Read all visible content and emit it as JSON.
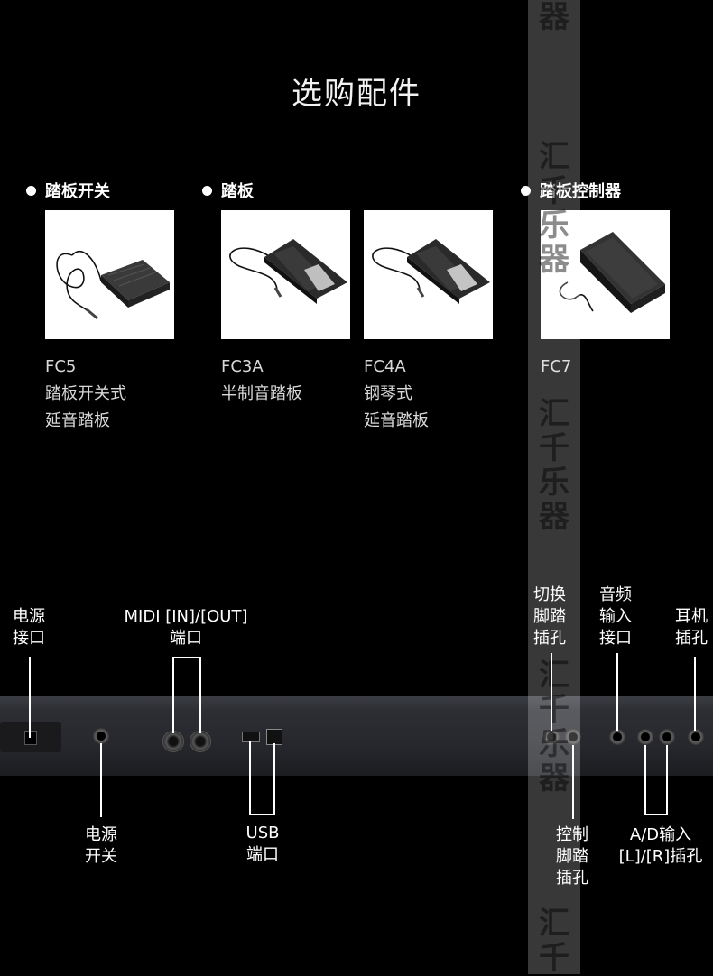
{
  "title": "选购配件",
  "categories": [
    {
      "label": "踏板开关"
    },
    {
      "label": "踏板"
    },
    {
      "label": "踏板控制器"
    }
  ],
  "products": [
    {
      "model": "FC5",
      "desc1": "踏板开关式",
      "desc2": "延音踏板"
    },
    {
      "model": "FC3A",
      "desc1": "半制音踏板",
      "desc2": ""
    },
    {
      "model": "FC4A",
      "desc1": "钢琴式",
      "desc2": "延音踏板"
    },
    {
      "model": "FC7",
      "desc1": "",
      "desc2": ""
    }
  ],
  "watermark": {
    "chars": [
      "汇",
      "千",
      "乐",
      "器"
    ]
  },
  "connectors": {
    "power_port": {
      "line1": "电源",
      "line2": "接口"
    },
    "midi": {
      "line1": "MIDI [IN]/[OUT]",
      "line2": "端口"
    },
    "switch_pedal": {
      "line1": "切换",
      "line2": "脚踏",
      "line3": "插孔"
    },
    "audio_in": {
      "line1": "音频",
      "line2": "输入",
      "line3": "接口"
    },
    "headphone": {
      "line1": "耳机",
      "line2": "插孔"
    },
    "power_switch": {
      "line1": "电源",
      "line2": "开关"
    },
    "usb": {
      "line1": "USB",
      "line2": "端口"
    },
    "control_pedal": {
      "line1": "控制",
      "line2": "脚踏",
      "line3": "插孔"
    },
    "ad_input": {
      "line1": "A/D输入",
      "line2": "[L]/[R]插孔"
    }
  }
}
